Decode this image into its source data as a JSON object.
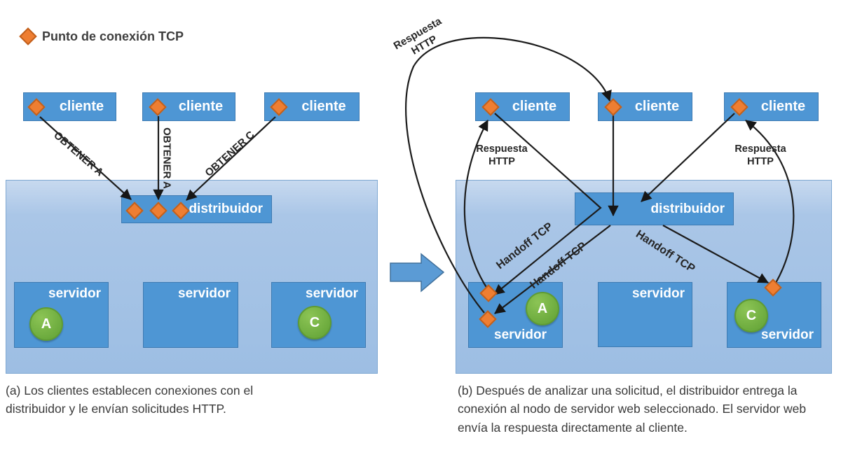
{
  "legend": {
    "label": "Punto de conexión TCP"
  },
  "colors": {
    "node_blue": "#4e96d4",
    "cluster_blue": "#aac6e7",
    "endpoint_orange": "#ee7e32",
    "badge_green": "#71b043",
    "transition_arrow_blue": "#5b9bd5",
    "line_black": "#1c1c1c",
    "caption_text": "#3a3a3a"
  },
  "panel_a": {
    "clients": [
      "cliente",
      "cliente",
      "cliente"
    ],
    "request_labels": [
      "OBTENER A",
      "OBTENER A",
      "OBTENER C"
    ],
    "distributor_label": "distribuidor",
    "servers": [
      {
        "label": "servidor",
        "badge": "A"
      },
      {
        "label": "servidor",
        "badge": ""
      },
      {
        "label": "servidor",
        "badge": "C"
      }
    ],
    "caption": "(a) Los clientes establecen conexiones con el distribuidor y le envían solicitudes HTTP."
  },
  "panel_b": {
    "clients": [
      "cliente",
      "cliente",
      "cliente"
    ],
    "distributor_label": "distribuidor",
    "servers": [
      {
        "label": "servidor",
        "badge": "A"
      },
      {
        "label": "servidor",
        "badge": ""
      },
      {
        "label": "servidor",
        "badge": "C"
      }
    ],
    "handoff_labels": [
      "Handoff TCP",
      "Handoff TCP",
      "Handoff TCP"
    ],
    "response_labels": [
      "Respuesta HTTP",
      "Respuesta HTTP",
      "Respuesta HTTP"
    ],
    "caption": "(b) Después de analizar una solicitud, el distribuidor entrega la conexión al nodo de servidor web seleccionado. El servidor web envía la respuesta directamente al cliente."
  }
}
